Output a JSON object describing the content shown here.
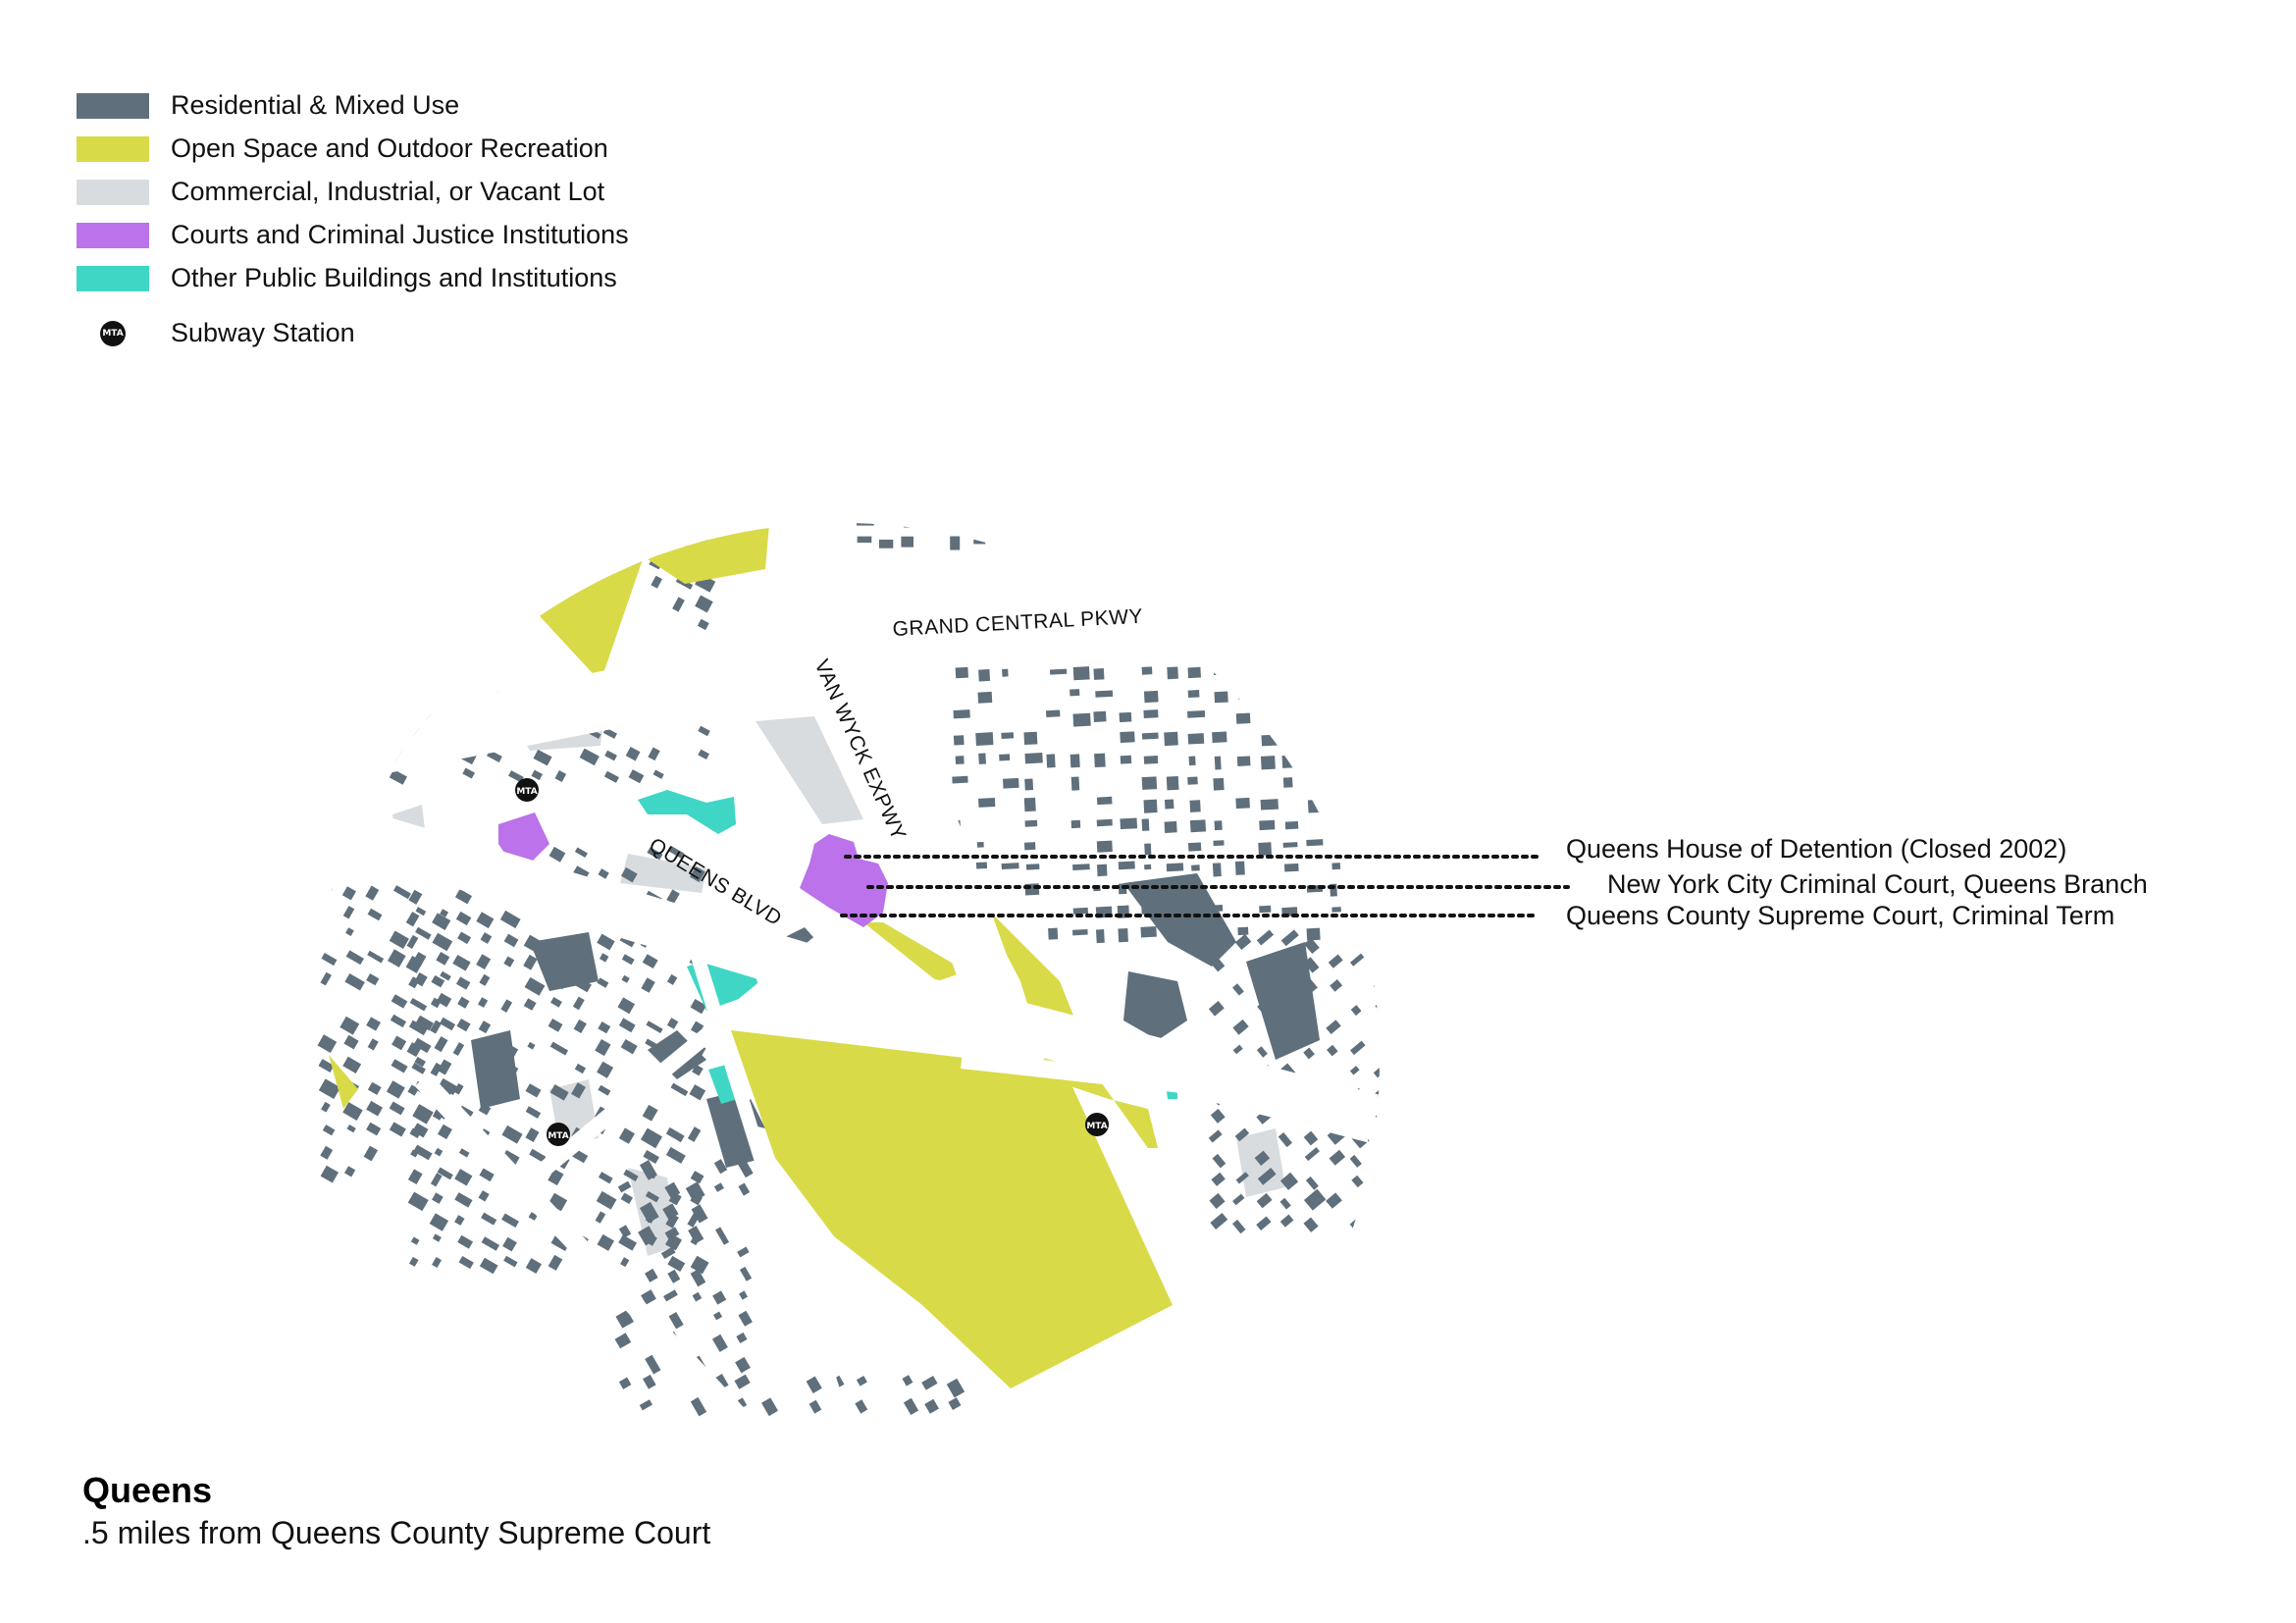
{
  "colors": {
    "residential": "#5f6f7b",
    "open_space": "#d8da48",
    "commercial": "#d9dcdf",
    "courts": "#bb72ea",
    "public": "#3fd6c5",
    "subway": "#111111"
  },
  "legend": {
    "items": [
      {
        "label": "Residential & Mixed Use",
        "color": "#5f6f7b"
      },
      {
        "label": "Open Space and Outdoor Recreation",
        "color": "#d8da48"
      },
      {
        "label": "Commercial, Industrial, or Vacant Lot",
        "color": "#d9dcdf"
      },
      {
        "label": "Courts and Criminal Justice Institutions",
        "color": "#bb72ea"
      },
      {
        "label": "Other Public Buildings and Institutions",
        "color": "#3fd6c5"
      }
    ],
    "subway_icon": "subway-station-icon",
    "subway_badge_text": "MTA",
    "subway_label": "Subway Station"
  },
  "map": {
    "road_labels": {
      "grand_central": "GRAND CENTRAL PKWY",
      "van_wyck": "VAN WYCK EXPWY",
      "queens_blvd": "QUEENS BLVD"
    },
    "callouts": [
      {
        "label": "Queens House of Detention (Closed 2002)"
      },
      {
        "label": "New York City Criminal Court, Queens Branch"
      },
      {
        "label": "Queens County Supreme Court, Criminal Term"
      }
    ]
  },
  "caption": {
    "title": "Queens",
    "subtitle": ".5 miles from Queens County Supreme Court"
  }
}
